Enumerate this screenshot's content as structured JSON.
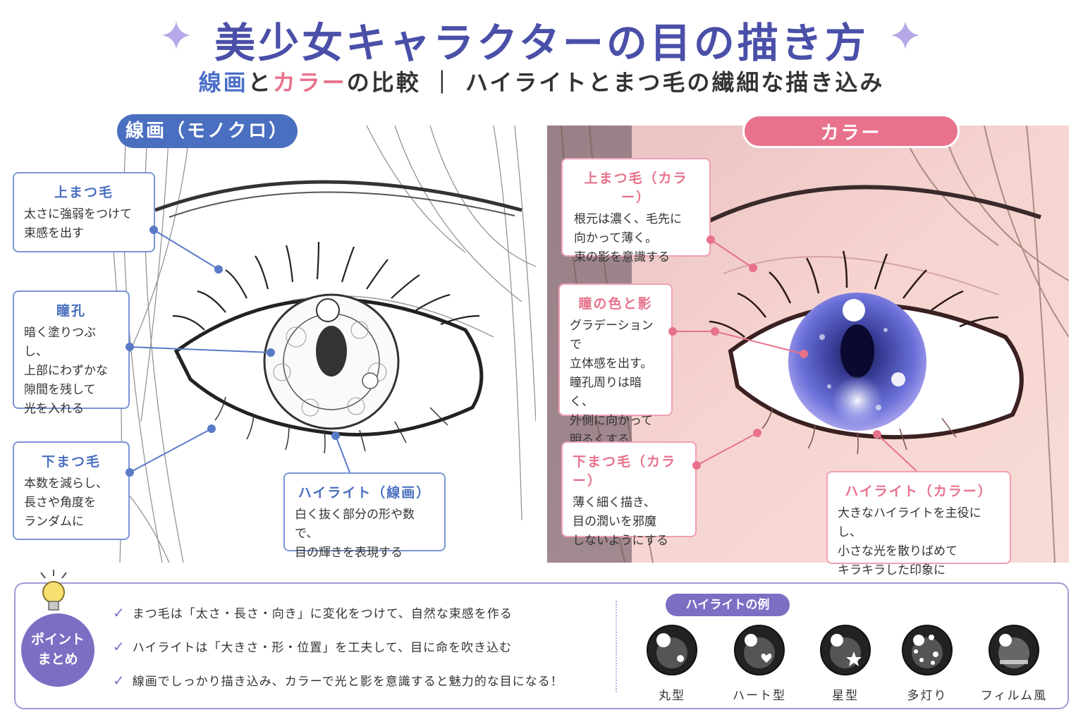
{
  "header": {
    "title": "美少女キャラクターの目の描き方",
    "subtitle_part1": "線画",
    "subtitle_part2": "と",
    "subtitle_part3": "カラー",
    "subtitle_part4": "の比較 ｜ ハイライトとまつ毛の繊細な描き込み"
  },
  "sections": {
    "lineart_label": "線画（モノクロ）",
    "color_label": "カラー"
  },
  "lineart_callouts": {
    "upper_lash": {
      "title": "上まつ毛",
      "text": "太さに強弱をつけて\n束感を出す"
    },
    "pupil": {
      "title": "瞳孔",
      "text": "暗く塗りつぶし、\n上部にわずかな\n隙間を残して\n光を入れる"
    },
    "lower_lash": {
      "title": "下まつ毛",
      "text": "本数を減らし、\n長さや角度を\nランダムに"
    },
    "highlight": {
      "title": "ハイライト（線画）",
      "text": "白く抜く部分の形や数で、\n目の輝きを表現する"
    }
  },
  "color_callouts": {
    "upper_lash": {
      "title": "上まつ毛（カラー）",
      "text": "根元は濃く、毛先に\n向かって薄く。\n束の影を意識する"
    },
    "iris": {
      "title": "瞳の色と影",
      "text": "グラデーションで\n立体感を出す。\n瞳孔周りは暗く、\n外側に向かって\n明るくする"
    },
    "lower_lash": {
      "title": "下まつ毛（カラー）",
      "text": "薄く細く描き、\n目の潤いを邪魔\nしないようにする"
    },
    "highlight": {
      "title": "ハイライト（カラー）",
      "text": "大きなハイライトを主役にし、\n小さな光を散りばめて\nキラキラした印象に"
    }
  },
  "summary": {
    "badge": "ポイント\nまとめ",
    "points": [
      "まつ毛は「太さ・長さ・向き」に変化をつけて、自然な束感を作る",
      "ハイライトは「大きさ・形・位置」を工夫して、目に命を吹き込む",
      "線画でしっかり描き込み、カラーで光と影を意識すると魅力的な目になる！"
    ],
    "highlight_title": "ハイライトの例",
    "highlight_examples": [
      "丸型",
      "ハート型",
      "星型",
      "多灯り",
      "フィルム風"
    ]
  },
  "colors": {
    "title": "#4a4fa8",
    "blue_accent": "#4a6fc0",
    "pink_accent": "#e8728c",
    "purple_accent": "#7b6fc4",
    "iris_blue": "#5a5fc8"
  }
}
